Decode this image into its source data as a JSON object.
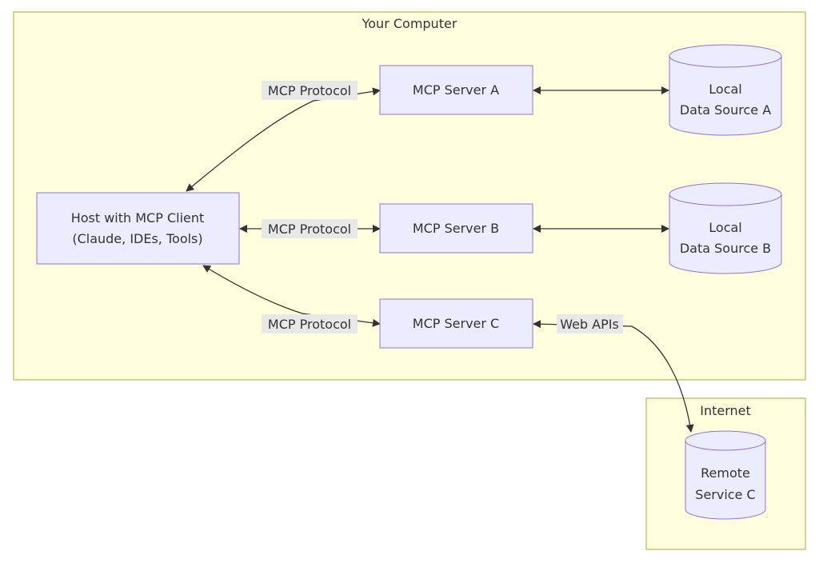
{
  "clusters": {
    "computer": "Your Computer",
    "internet": "Internet"
  },
  "nodes": {
    "host": {
      "line1": "Host with MCP Client",
      "line2": "(Claude, IDEs, Tools)"
    },
    "server_a": "MCP Server A",
    "server_b": "MCP Server B",
    "server_c": "MCP Server C",
    "data_a": {
      "line1": "Local",
      "line2": "Data Source A"
    },
    "data_b": {
      "line1": "Local",
      "line2": "Data Source B"
    },
    "remote_c": {
      "line1": "Remote",
      "line2": "Service C"
    }
  },
  "edges": {
    "host_a": "MCP Protocol",
    "host_b": "MCP Protocol",
    "host_c": "MCP Protocol",
    "c_remote": "Web APIs"
  },
  "colors": {
    "node_fill": "#ececff",
    "node_stroke": "#9370db",
    "cluster_fill": "#ffffde",
    "cluster_stroke": "#aaaa33",
    "edge": "#333333"
  }
}
